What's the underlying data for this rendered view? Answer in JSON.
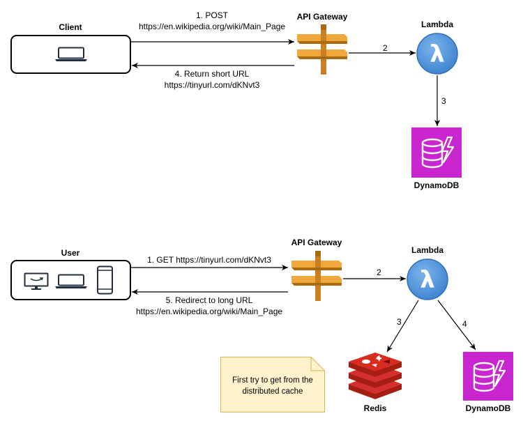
{
  "top": {
    "client": "Client",
    "gateway": "API Gateway",
    "lambda": "Lambda",
    "dynamodb": "DynamoDB",
    "step1_line1": "1. POST",
    "step1_line2": "https://en.wikipedia.org/wiki/Main_Page",
    "step2": "2",
    "step3": "3",
    "step4_line1": "4. Return short URL",
    "step4_line2": "https://tinyurl.com/dKNvt3"
  },
  "bottom": {
    "user": "User",
    "gateway": "API Gateway",
    "lambda": "Lambda",
    "redis": "Redis",
    "dynamodb": "DynamoDB",
    "step1": "1. GET https://tinyurl.com/dKNvt3",
    "step2": "2",
    "step3": "3",
    "step4": "4",
    "step5_line1": "5. Redirect to long URL",
    "step5_line2": "https://en.wikipedia.org/wiki/Main_Page",
    "note": "First try to get from the distributed cache"
  },
  "icons": {
    "client_device": "laptop-icon",
    "user_devices": [
      "monitor-icon",
      "laptop-icon",
      "smartphone-icon"
    ],
    "gateway": "api-gateway-icon",
    "lambda": "lambda-icon",
    "dynamodb": "dynamodb-icon",
    "redis": "redis-icon"
  },
  "colors": {
    "gateway_light": "#F0A73B",
    "gateway_dark": "#A96B12",
    "lambda_fill": "#4A8FD8",
    "lambda_stroke": "#2F6FB7",
    "dynamodb": "#C925D1",
    "redis": "#D42E2E",
    "note_fill": "#FFF2CC",
    "note_stroke": "#D6B656"
  }
}
